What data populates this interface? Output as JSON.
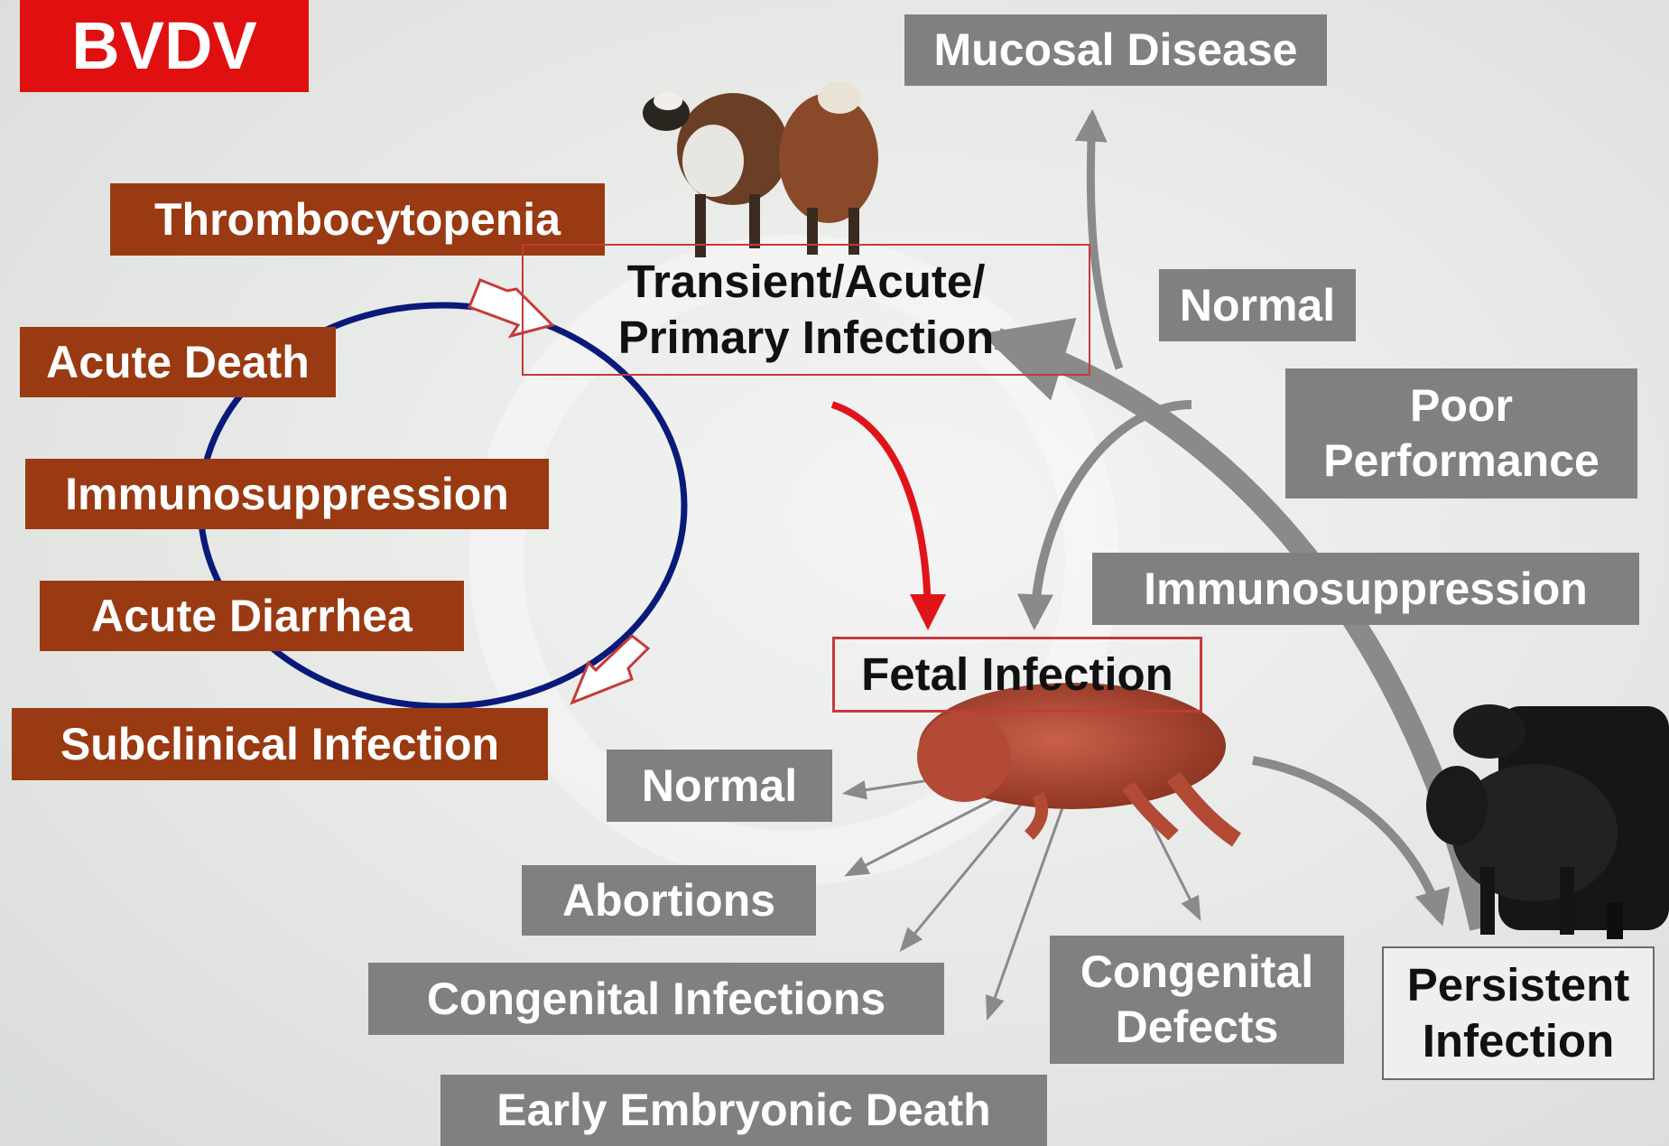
{
  "title": "BVDV",
  "colors": {
    "title_bg": "#e01010",
    "rust": "#9a3a12",
    "grey": "#808080",
    "label_text": "#ffffff",
    "circle": "#0a1a7a",
    "red_arrow": "#e01418",
    "grey_arrow": "#8a8a8a",
    "outline_red": "#c43a3a",
    "outline_grey": "#6b6b6b",
    "dark_text": "#111111"
  },
  "central": {
    "acute": "Transient/Acute/\nPrimary Infection",
    "fetal": "Fetal Infection",
    "persistent": "Persistent\nInfection"
  },
  "acute_outcomes": [
    "Thrombocytopenia",
    "Acute Death",
    "Immunosuppression",
    "Acute Diarrhea",
    "Subclinical Infection"
  ],
  "fetal_outcomes": [
    "Normal",
    "Abortions",
    "Congenital Infections",
    "Early Embryonic Death",
    "Congenital\nDefects"
  ],
  "pi_outcomes": [
    "Mucosal Disease",
    "Normal",
    "Poor\nPerformance",
    "Immunosuppression"
  ],
  "images": [
    "cows-icon",
    "fetus-icon",
    "black-cattle-icon"
  ]
}
